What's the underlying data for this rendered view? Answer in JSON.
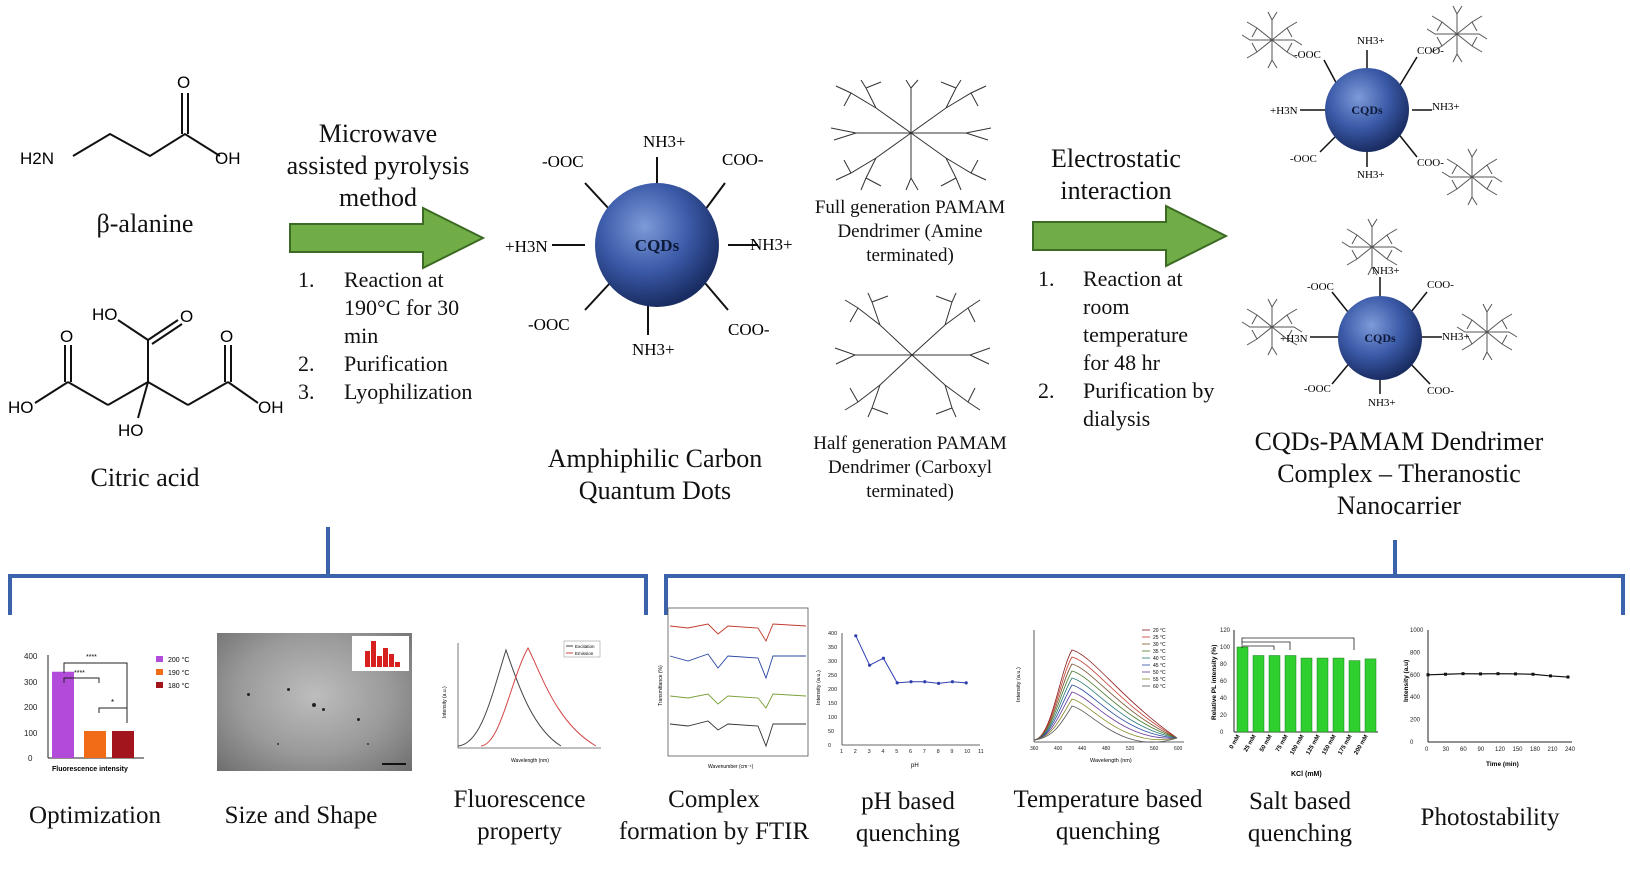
{
  "reactants": {
    "beta_alanine": {
      "name": "β-alanine",
      "h2n": "H2N",
      "o": "O",
      "oh": "OH"
    },
    "citric_acid": {
      "name": "Citric acid",
      "ho_top": "HO",
      "o_top": "O",
      "o_left": "O",
      "o_right": "O",
      "ho_left": "HO",
      "oh_right": "OH",
      "ho_bottom": "HO"
    }
  },
  "step1": {
    "method_lines": [
      "Microwave",
      "assisted pyrolysis",
      "method"
    ],
    "steps": [
      {
        "num": "1.",
        "text": [
          "Reaction at",
          "190°C for 30",
          "min"
        ]
      },
      {
        "num": "2.",
        "text": [
          "Purification"
        ]
      },
      {
        "num": "3.",
        "text": [
          "Lyophilization"
        ]
      }
    ]
  },
  "cqd": {
    "core_label": "CQDs",
    "groups": [
      "NH3+",
      "-OOC",
      "COO-",
      "+H3N",
      "NH3+",
      "-OOC",
      "COO-",
      "NH3+"
    ],
    "caption": [
      "Amphiphilic Carbon",
      "Quantum Dots"
    ]
  },
  "dendrimers": {
    "full": [
      "Full generation PAMAM",
      "Dendrimer (Amine",
      "terminated)"
    ],
    "half": [
      "Half generation PAMAM",
      "Dendrimer (Carboxyl",
      "terminated)"
    ]
  },
  "step2": {
    "method_lines": [
      "Electrostatic",
      "interaction"
    ],
    "steps": [
      {
        "num": "1.",
        "text": [
          "Reaction at",
          "room",
          "temperature",
          "for 48 hr"
        ]
      },
      {
        "num": "2.",
        "text": [
          "Purification by",
          "dialysis"
        ]
      }
    ]
  },
  "complex": {
    "caption": [
      "CQDs-PAMAM Dendrimer",
      "Complex – Theranostic",
      "Nanocarrier"
    ]
  },
  "panels": [
    {
      "label": [
        "Optimization"
      ]
    },
    {
      "label": [
        "Size and Shape"
      ]
    },
    {
      "label": [
        "Fluorescence",
        "property"
      ]
    },
    {
      "label": [
        "Complex",
        "formation by FTIR"
      ]
    },
    {
      "label": [
        "pH based",
        "quenching"
      ]
    },
    {
      "label": [
        "Temperature based",
        "quenching"
      ]
    },
    {
      "label": [
        "Salt based",
        "quenching"
      ]
    },
    {
      "label": [
        "Photostability"
      ]
    }
  ],
  "mini_charts": {
    "optimization": {
      "legend": [
        "200 °C",
        "190 °C",
        "180 °C"
      ],
      "xlabel": "Fluorescence intensity",
      "yticks": [
        "0",
        "100",
        "200",
        "300",
        "400"
      ],
      "values": [
        335,
        105,
        105
      ],
      "sig": [
        "****",
        "****",
        "*"
      ],
      "colors": [
        "#b24bd9",
        "#f26b16",
        "#a3151d"
      ]
    },
    "fluorescence": {
      "legend": [
        "Excitation",
        "Emission"
      ],
      "xlabel": "Wavelength (nm)",
      "ylabel": "Intensity (a.u.)"
    },
    "ftir": {
      "xlabel": "Wavenumber (cm⁻¹)",
      "ylabel": "Transmittance (%)"
    },
    "ph": {
      "x": [
        2,
        3,
        4,
        5,
        6,
        7,
        8,
        9,
        10
      ],
      "y": [
        390,
        285,
        310,
        222,
        226,
        226,
        220,
        226,
        222
      ],
      "xlabel": "pH",
      "ylabel": "Intensity (a.u.)",
      "yticks": [
        "0",
        "50",
        "100",
        "150",
        "200",
        "250",
        "300",
        "350",
        "400"
      ],
      "xticks": [
        "1",
        "2",
        "3",
        "4",
        "5",
        "6",
        "7",
        "8",
        "9",
        "10",
        "11"
      ]
    },
    "temperature": {
      "legend": [
        "20 °C",
        "25 °C",
        "30 °C",
        "35 °C",
        "40 °C",
        "45 °C",
        "50 °C",
        "55 °C",
        "60 °C"
      ],
      "xlabel": "Wavelength (nm)",
      "ylabel": "Intensity (a.u.)",
      "xticks": [
        "360",
        "400",
        "440",
        "480",
        "520",
        "560",
        "600"
      ]
    },
    "salt": {
      "categories": [
        "0 mM",
        "25 mM",
        "50 mM",
        "75 mM",
        "100 mM",
        "125 mM",
        "150 mM",
        "175 mM",
        "200 mM"
      ],
      "values": [
        100,
        90,
        90,
        90,
        87,
        87,
        87,
        84,
        86
      ],
      "xlabel": "KCl (mM)",
      "ylabel": "Relative PL intensity (%)",
      "yticks": [
        "0",
        "20",
        "40",
        "60",
        "80",
        "100",
        "120"
      ]
    },
    "photostability": {
      "x": [
        0,
        30,
        60,
        90,
        120,
        150,
        180,
        210,
        240
      ],
      "y": [
        600,
        605,
        610,
        608,
        610,
        608,
        605,
        590,
        580
      ],
      "xlabel": "Time (min)",
      "ylabel": "Intensity (a.u)",
      "yticks": [
        "0",
        "200",
        "400",
        "600",
        "800",
        "1000"
      ],
      "xticks": [
        "0",
        "30",
        "60",
        "90",
        "120",
        "150",
        "180",
        "210",
        "240"
      ]
    }
  }
}
